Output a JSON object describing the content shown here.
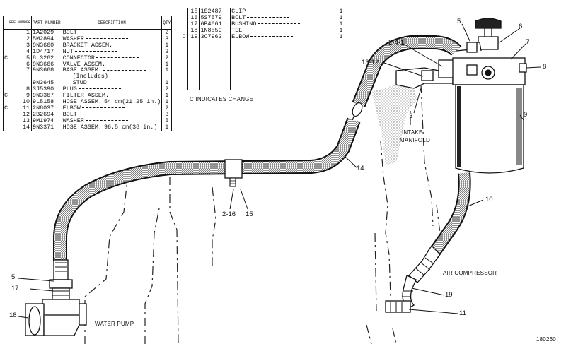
{
  "parts_table": {
    "header": {
      "ref": "REF NUMBER",
      "part": "PART NUMBER",
      "description": "DESCRIPTION",
      "qty": "QTY"
    },
    "rows": [
      {
        "c": "",
        "ref": "1",
        "part": "1A2029",
        "desc": "BOLT",
        "qty": "2"
      },
      {
        "c": "",
        "ref": "2",
        "part": "5M2894",
        "desc": "WASHER",
        "qty": "3"
      },
      {
        "c": "",
        "ref": "3",
        "part": "9N3660",
        "desc": "BRACKET ASSEM.",
        "qty": "1"
      },
      {
        "c": "",
        "ref": "4",
        "part": "1D4717",
        "desc": "NUT",
        "qty": "2"
      },
      {
        "c": "C",
        "ref": "5",
        "part": "8L3262",
        "desc": "CONNECTOR",
        "qty": "2"
      },
      {
        "c": "",
        "ref": "6",
        "part": "9N3666",
        "desc": "VALVE ASSEM.",
        "qty": "1"
      },
      {
        "c": "",
        "ref": "7",
        "part": "9N3668",
        "desc": "BASE ASSEM.",
        "qty": "1"
      },
      {
        "c": "",
        "ref": "",
        "part": "",
        "desc": "(Includes)",
        "qty": ""
      },
      {
        "c": "",
        "ref": "",
        "part": "9N3645",
        "desc": "STUD",
        "qty": "1"
      },
      {
        "c": "",
        "ref": "8",
        "part": "3J5390",
        "desc": "PLUG",
        "qty": "2"
      },
      {
        "c": "C",
        "ref": "9",
        "part": "9N3367",
        "desc": "FILTER ASSEM.",
        "qty": "1"
      },
      {
        "c": "",
        "ref": "10",
        "part": "9L5158",
        "desc": "HOSE ASSEM.",
        "note": "54 cm(21.25 in.)",
        "qty": "1"
      },
      {
        "c": "C",
        "ref": "11",
        "part": "2N8037",
        "desc": "ELBOW",
        "qty": "2"
      },
      {
        "c": "",
        "ref": "12",
        "part": "2B2694",
        "desc": "BOLT",
        "qty": "3"
      },
      {
        "c": "",
        "ref": "13",
        "part": "9M1974",
        "desc": "WASHER",
        "qty": "5"
      },
      {
        "c": "",
        "ref": "14",
        "part": "9N3371",
        "desc": "HOSE ASSEM.",
        "note": "96.5 cm(38 in.)",
        "qty": "1"
      }
    ]
  },
  "parts_table_2": {
    "rows": [
      {
        "c": "",
        "ref": "15",
        "part": "1S2487",
        "desc": "CLIP",
        "qty": "1"
      },
      {
        "c": "",
        "ref": "16",
        "part": "5S7579",
        "desc": "BOLT",
        "qty": "1"
      },
      {
        "c": "",
        "ref": "17",
        "part": "6B4661",
        "desc": "BUSHING",
        "qty": "1"
      },
      {
        "c": "",
        "ref": "18",
        "part": "1N8559",
        "desc": "TEE",
        "qty": "1"
      },
      {
        "c": "C",
        "ref": "19",
        "part": "3O7962",
        "desc": "ELBOW",
        "qty": "1"
      }
    ],
    "change_note": "C INDICATES CHANGE"
  },
  "callouts": {
    "c5a": "5",
    "c6": "6",
    "c7": "7",
    "c8": "8",
    "c9": "9",
    "c241": "2-4-1",
    "c1312": "13-12",
    "c3": "3",
    "c14": "14",
    "c216": "2-16",
    "c15": "15",
    "c10": "10",
    "c19": "19",
    "c11": "11",
    "c5b": "5",
    "c17": "17",
    "c18": "18"
  },
  "captions": {
    "intake_manifold_1": "INTAKE",
    "intake_manifold_2": "MANIFOLD",
    "air_compressor": "AIR COMPRESSOR",
    "water_pump": "WATER PUMP",
    "figure_number": "180260"
  },
  "colors": {
    "ink": "#111111",
    "paper": "#ffffff"
  }
}
